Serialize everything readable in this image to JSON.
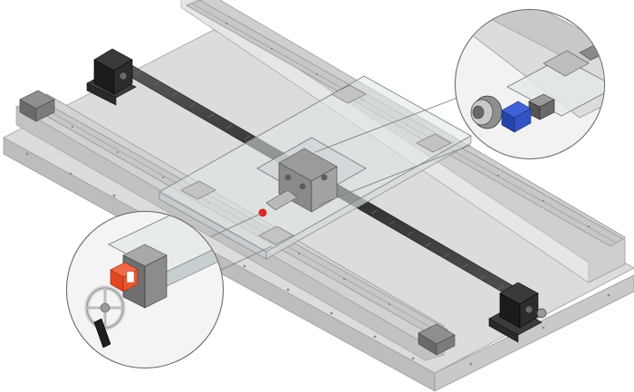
{
  "image": {
    "subject": "linear-axis-assembly",
    "colors": {
      "background": "#ffffff",
      "base_plate": "#d9d9d9",
      "base_plate_edge": "#a8a8a8",
      "rail": "#c9c9c9",
      "screw": "#3a3a3a",
      "bearing_block": "#1e1e1e",
      "glass_carriage": "#cfd6d8",
      "handwheel_tab": "#e8502a",
      "motor_coupling": "#2b4db8",
      "connector_line": "#808080",
      "marker": "#e32121"
    },
    "callouts": [
      {
        "name": "motor-drive-detail"
      },
      {
        "name": "handwheel-detail"
      }
    ]
  }
}
